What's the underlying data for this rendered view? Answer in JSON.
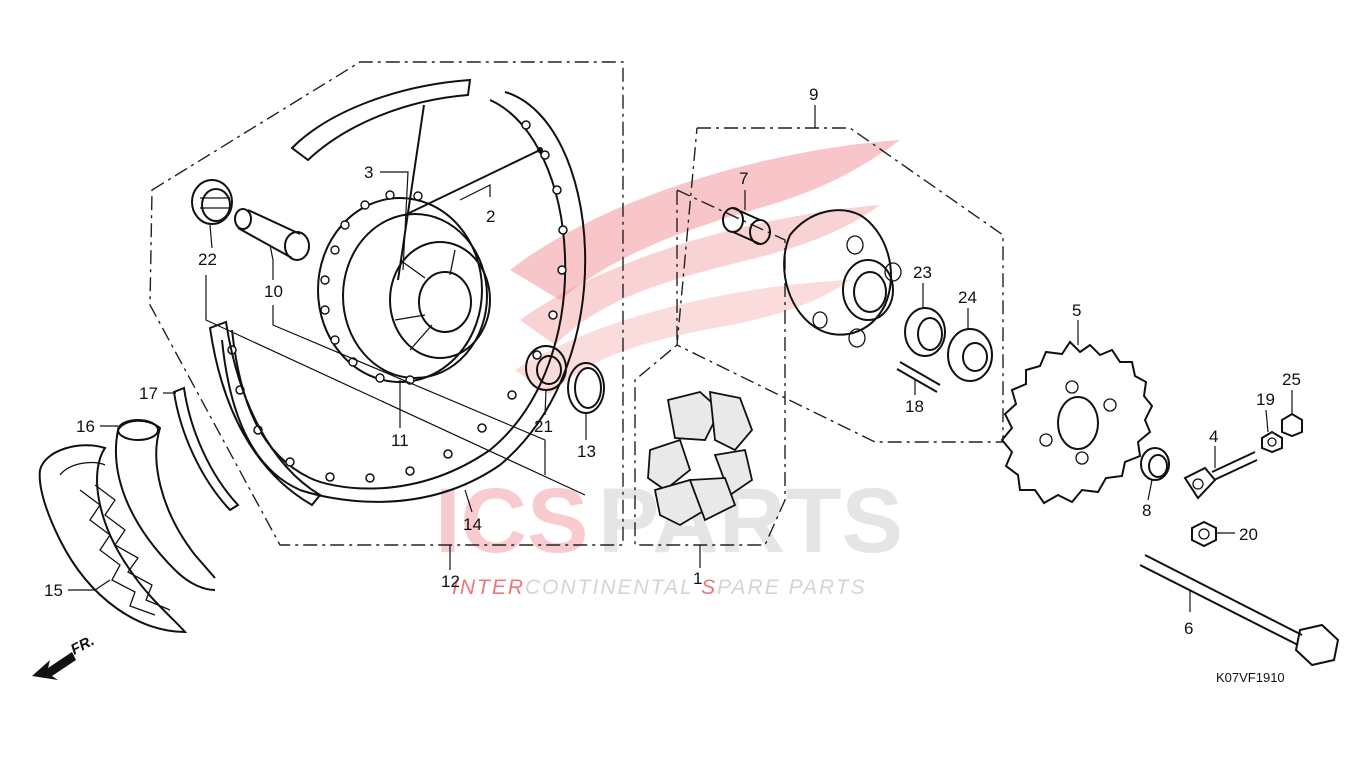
{
  "diagram": {
    "drawing_code": "K07VF1910",
    "front_marker": "FR.",
    "colors": {
      "watermark_red": "#e31b23",
      "watermark_grey": "#d0d0d0",
      "line": "#111111"
    },
    "watermark": {
      "part1": "ICS",
      "part2": "PARTS",
      "tagline_1": "INTER",
      "tagline_2": "C",
      "tagline_3": "ONTINENTAL ",
      "tagline_4": "S",
      "tagline_5": "PARE PARTS"
    },
    "callouts": [
      "1",
      "2",
      "3",
      "4",
      "5",
      "6",
      "7",
      "8",
      "9",
      "10",
      "11",
      "12",
      "13",
      "14",
      "15",
      "16",
      "17",
      "18",
      "19",
      "20",
      "21",
      "22",
      "23",
      "24",
      "25"
    ]
  }
}
